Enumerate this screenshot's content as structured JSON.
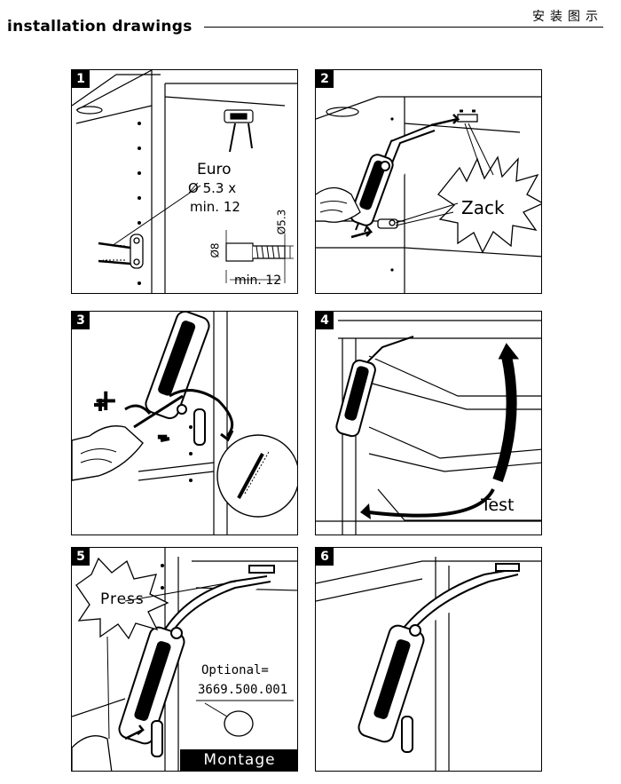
{
  "header": {
    "title": "installation drawings",
    "chinese": "安装图示"
  },
  "panels": [
    {
      "number": "1",
      "labels": {
        "euro": "Euro",
        "dia": "Ø 5.3 x",
        "min": "min. 12",
        "dim_8": "Ø8",
        "dim_53": "Ø5.3",
        "dim_min": "min. 12"
      }
    },
    {
      "number": "2",
      "labels": {
        "zack": "Zack"
      }
    },
    {
      "number": "3",
      "labels": {
        "plus": "+",
        "minus": "-"
      }
    },
    {
      "number": "4",
      "labels": {
        "test": "Test"
      }
    },
    {
      "number": "5",
      "labels": {
        "press": "Press",
        "optional": "Optional=",
        "part": "3669.500.001",
        "montage": "Montage"
      }
    },
    {
      "number": "6",
      "labels": {}
    }
  ]
}
